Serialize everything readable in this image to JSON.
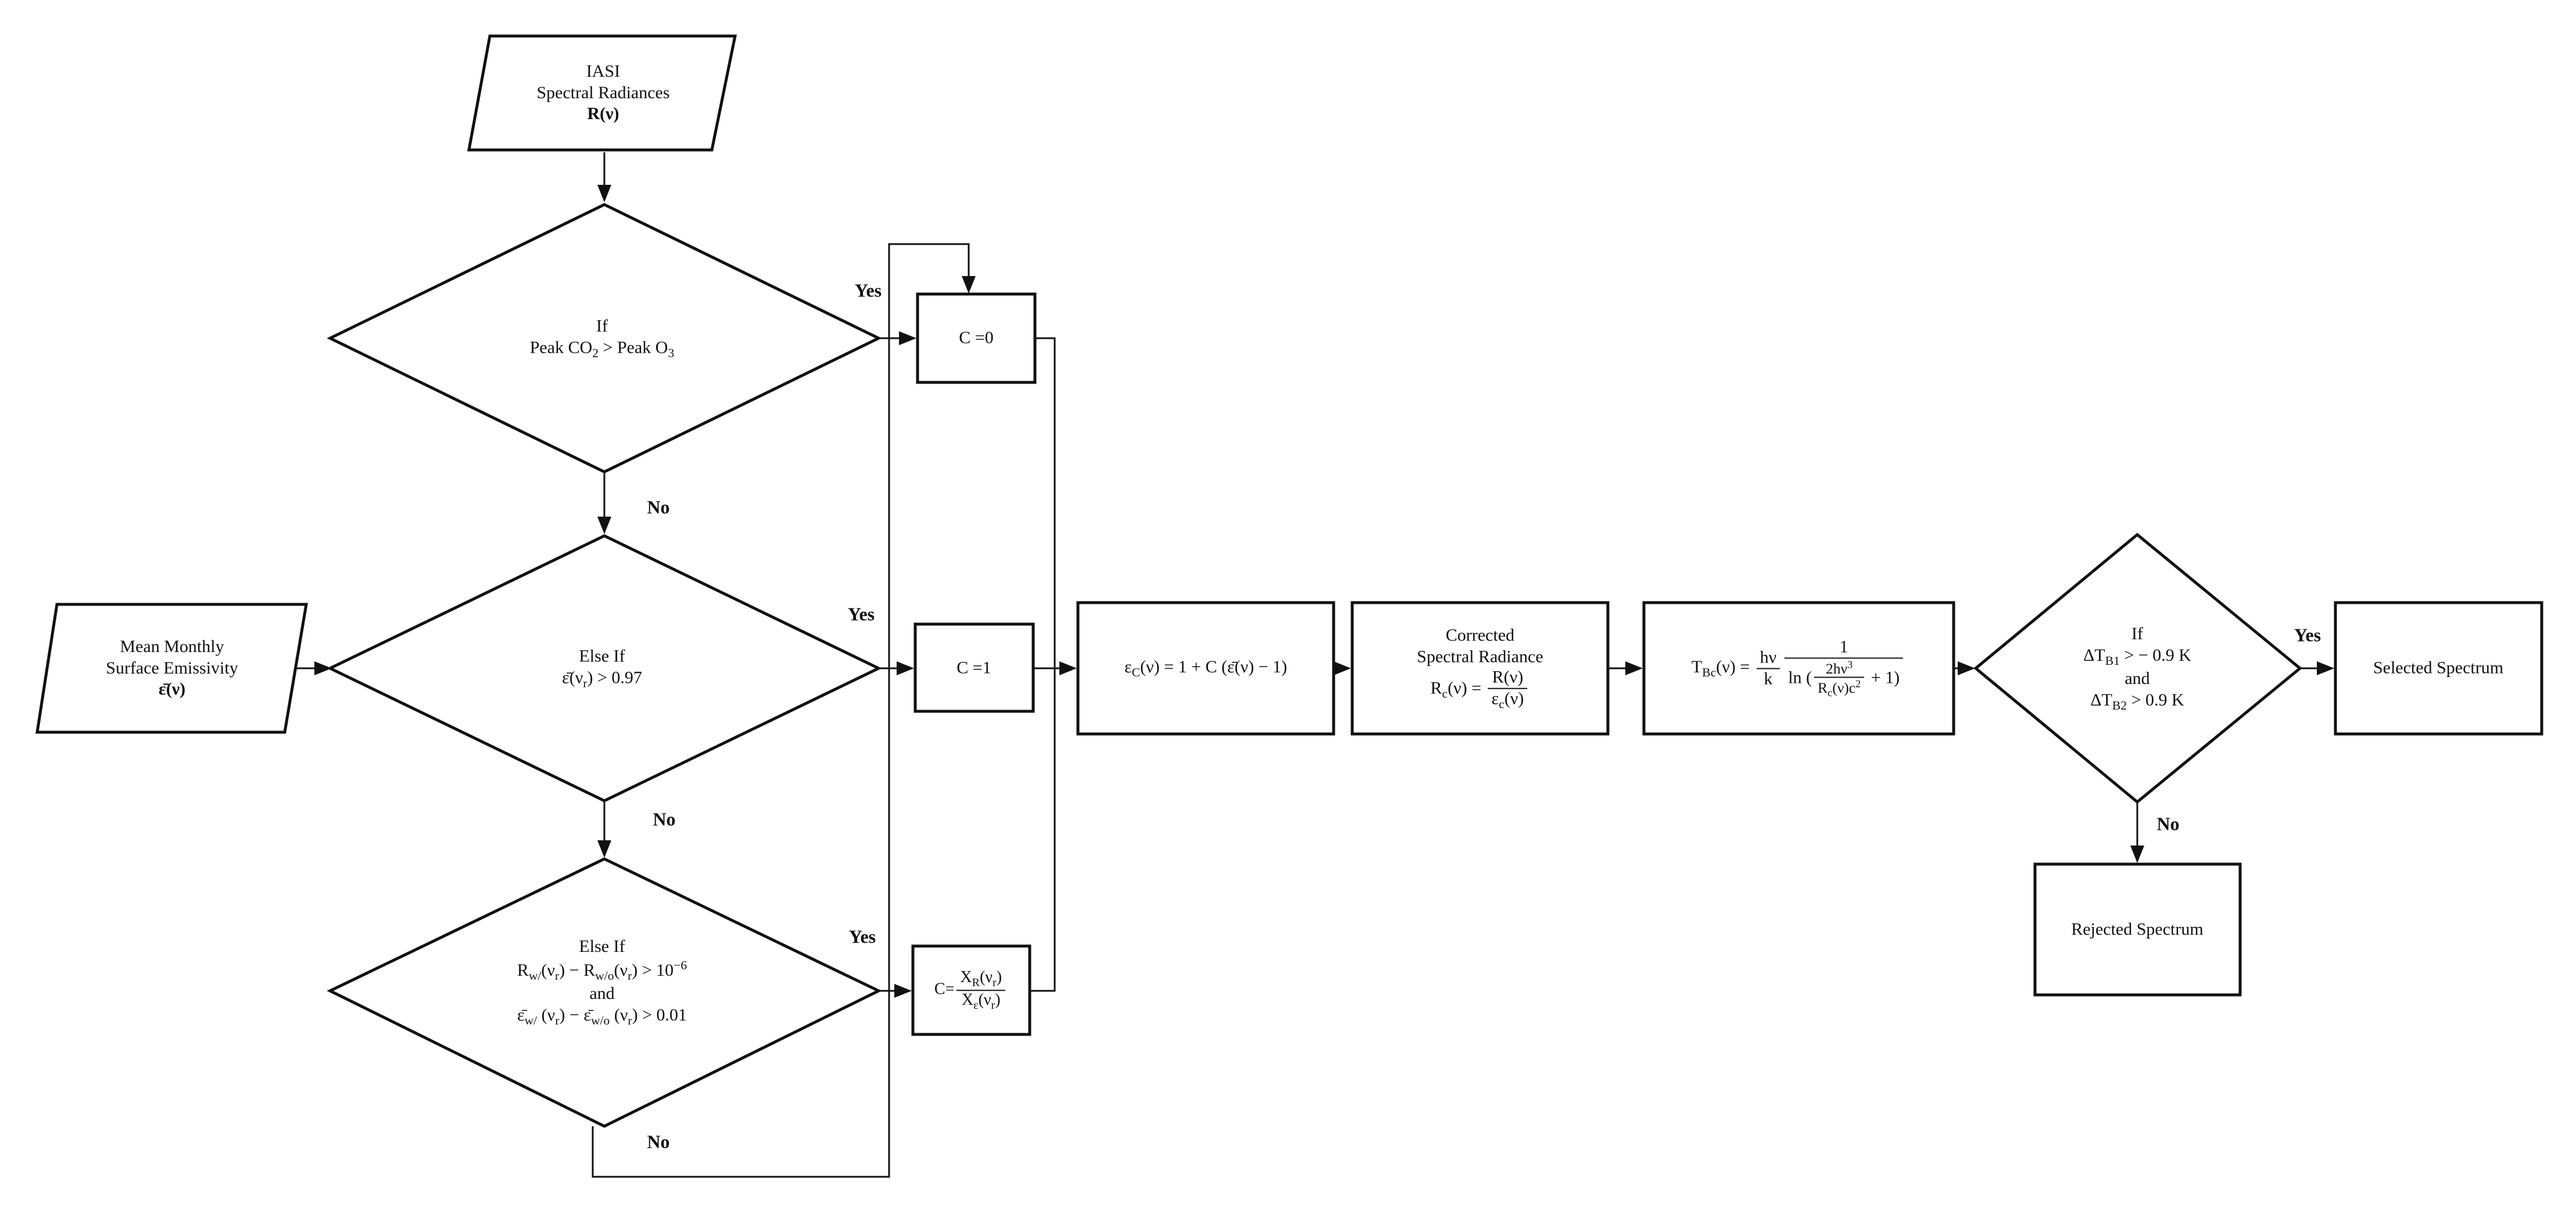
{
  "colors": {
    "stroke": "#111111",
    "background": "#ffffff"
  },
  "nodes": {
    "iasi": {
      "line1": "IASI",
      "line2": "Spectral Radiances",
      "line3": "R(ν)"
    },
    "if_peak": {
      "line1": "If",
      "line2a": "Peak CO",
      "line2b": "2",
      "line2c": " > Peak O",
      "line2d": "3"
    },
    "else_if_emis": {
      "line1": "Else If",
      "line2a": "ε̄(ν",
      "line2b": "r",
      "line2c": ") > 0.97"
    },
    "else_if_diff": {
      "line1": "Else If",
      "r_a": "R",
      "r_b": "w/",
      "r_c": "(ν",
      "r_d": "r",
      "r_e": ") − R",
      "r_f": "w/o",
      "r_g": "(ν",
      "r_h": "r",
      "r_i": ") > 10",
      "r_j": "−6",
      "and": "and",
      "e_a": "ε̄",
      "e_b": "w/",
      "e_c": " (ν",
      "e_d": "r",
      "e_e": ") − ε̄",
      "e_f": "w/o",
      "e_g": " (ν",
      "e_h": "r",
      "e_i": ") > 0.01"
    },
    "mean_emis": {
      "line1": "Mean Monthly",
      "line2": "Surface Emissivity",
      "line3": "ε̄(ν)"
    },
    "c0": {
      "text": "C =0"
    },
    "c1": {
      "text": "C =1"
    },
    "cx": {
      "lhs": "C=",
      "num_a": "X",
      "num_b": "R",
      "num_c": "(ν",
      "num_d": "r",
      "num_e": ")",
      "den_a": "X",
      "den_b": "ε",
      "den_c": "(ν",
      "den_d": "r",
      "den_e": ")"
    },
    "eps_c": {
      "a": "ε",
      "b": "C",
      "c": "(ν) = 1 + C (ε̄(ν) − 1)"
    },
    "corrected": {
      "line1": "Corrected",
      "line2": "Spectral Radiance",
      "lhs_a": "R",
      "lhs_b": "c",
      "lhs_c": "(ν) = ",
      "num": "R(ν)",
      "den_a": "ε",
      "den_b": "c",
      "den_c": "(ν)"
    },
    "tbc": {
      "lhs_a": "T",
      "lhs_b": "Bc",
      "lhs_c": "(ν) = ",
      "f1_num": "hν",
      "f1_den": "k",
      "f2_num": "1",
      "ln": "ln (",
      "f3_num_a": "2hν",
      "f3_num_b": "3",
      "f3_den_a": "R",
      "f3_den_b": "c",
      "f3_den_c": "(ν)c",
      "f3_den_d": "2",
      "tail": " + 1)"
    },
    "if_dtb": {
      "line1": "If",
      "l2a": "ΔT",
      "l2b": "B1",
      "l2c": " > − 0.9 K",
      "and": "and",
      "l4a": "ΔT",
      "l4b": "B2",
      "l4c": " > 0.9 K"
    },
    "selected": {
      "text": "Selected  Spectrum"
    },
    "rejected": {
      "text": "Rejected  Spectrum"
    }
  },
  "edge_labels": {
    "yes1": "Yes",
    "no1": "No",
    "yes2": "Yes",
    "no2": "No",
    "yes3": "Yes",
    "no3": "No",
    "yes4": "Yes",
    "no4": "No"
  }
}
